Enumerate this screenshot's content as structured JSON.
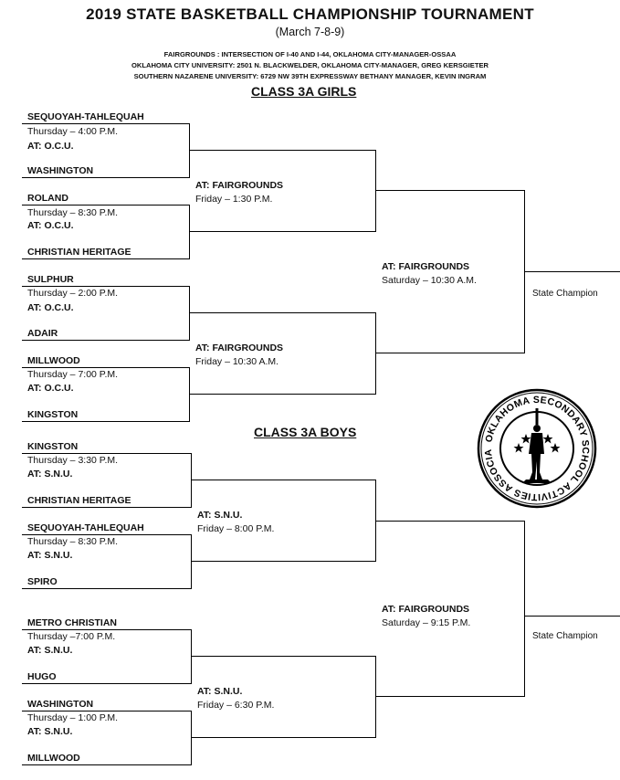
{
  "header": {
    "title": "2019 STATE BASKETBALL CHAMPIONSHIP TOURNAMENT",
    "dates": "(March 7-8-9)",
    "venues": [
      "FAIRGROUNDS : INTERSECTION OF I-40 AND I-44, OKLAHOMA CITY-MANAGER-OSSAA",
      "OKLAHOMA CITY UNIVERSITY: 2501 N. BLACKWELDER, OKLAHOMA CITY-MANAGER, GREG KERSGIETER",
      "SOUTHERN NAZARENE UNIVERSITY: 6729 NW 39TH EXPRESSWAY BETHANY MANAGER, KEVIN INGRAM"
    ]
  },
  "girls": {
    "title": "CLASS 3A GIRLS",
    "r1": [
      {
        "top": "SEQUOYAH-TAHLEQUAH",
        "time": "Thursday – 4:00 P.M.",
        "at": "AT: O.C.U.",
        "bottom": "WASHINGTON"
      },
      {
        "top": "ROLAND",
        "time": "Thursday – 8:30 P.M.",
        "at": "AT: O.C.U.",
        "bottom": "CHRISTIAN HERITAGE"
      },
      {
        "top": "SULPHUR",
        "time": "Thursday – 2:00 P.M.",
        "at": "AT: O.C.U.",
        "bottom": "ADAIR"
      },
      {
        "top": "MILLWOOD",
        "time": "Thursday – 7:00 P.M.",
        "at": "AT: O.C.U.",
        "bottom": "KINGSTON"
      }
    ],
    "r2": [
      {
        "at": "AT: FAIRGROUNDS",
        "time": "Friday – 1:30 P.M."
      },
      {
        "at": "AT: FAIRGROUNDS",
        "time": "Friday – 10:30 A.M."
      }
    ],
    "final": {
      "at": "AT: FAIRGROUNDS",
      "time": "Saturday – 10:30 A.M."
    },
    "champion": "State Champion"
  },
  "boys": {
    "title": "CLASS 3A BOYS",
    "r1": [
      {
        "top": "KINGSTON",
        "time": "Thursday – 3:30 P.M.",
        "at": "AT: S.N.U.",
        "bottom": "CHRISTIAN HERITAGE"
      },
      {
        "top": "SEQUOYAH-TAHLEQUAH",
        "time": "Thursday – 8:30 P.M.",
        "at": "AT: S.N.U.",
        "bottom": "SPIRO"
      },
      {
        "top": "METRO CHRISTIAN",
        "time": "Thursday –7:00 P.M.",
        "at": "AT: S.N.U.",
        "bottom": "HUGO"
      },
      {
        "top": "WASHINGTON",
        "time": "Thursday – 1:00 P.M.",
        "at": "AT: S.N.U.",
        "bottom": "MILLWOOD"
      }
    ],
    "r2": [
      {
        "at": "AT: S.N.U.",
        "time": "Friday – 8:00 P.M."
      },
      {
        "at": "AT: S.N.U.",
        "time": "Friday – 6:30 P.M."
      }
    ],
    "final": {
      "at": "AT: FAIRGROUNDS",
      "time": "Saturday – 9:15 P.M."
    },
    "champion": "State Champion"
  },
  "logo": {
    "text": "OKLAHOMA SECONDARY SCHOOL ACTIVITIES ASSOCIATION"
  }
}
